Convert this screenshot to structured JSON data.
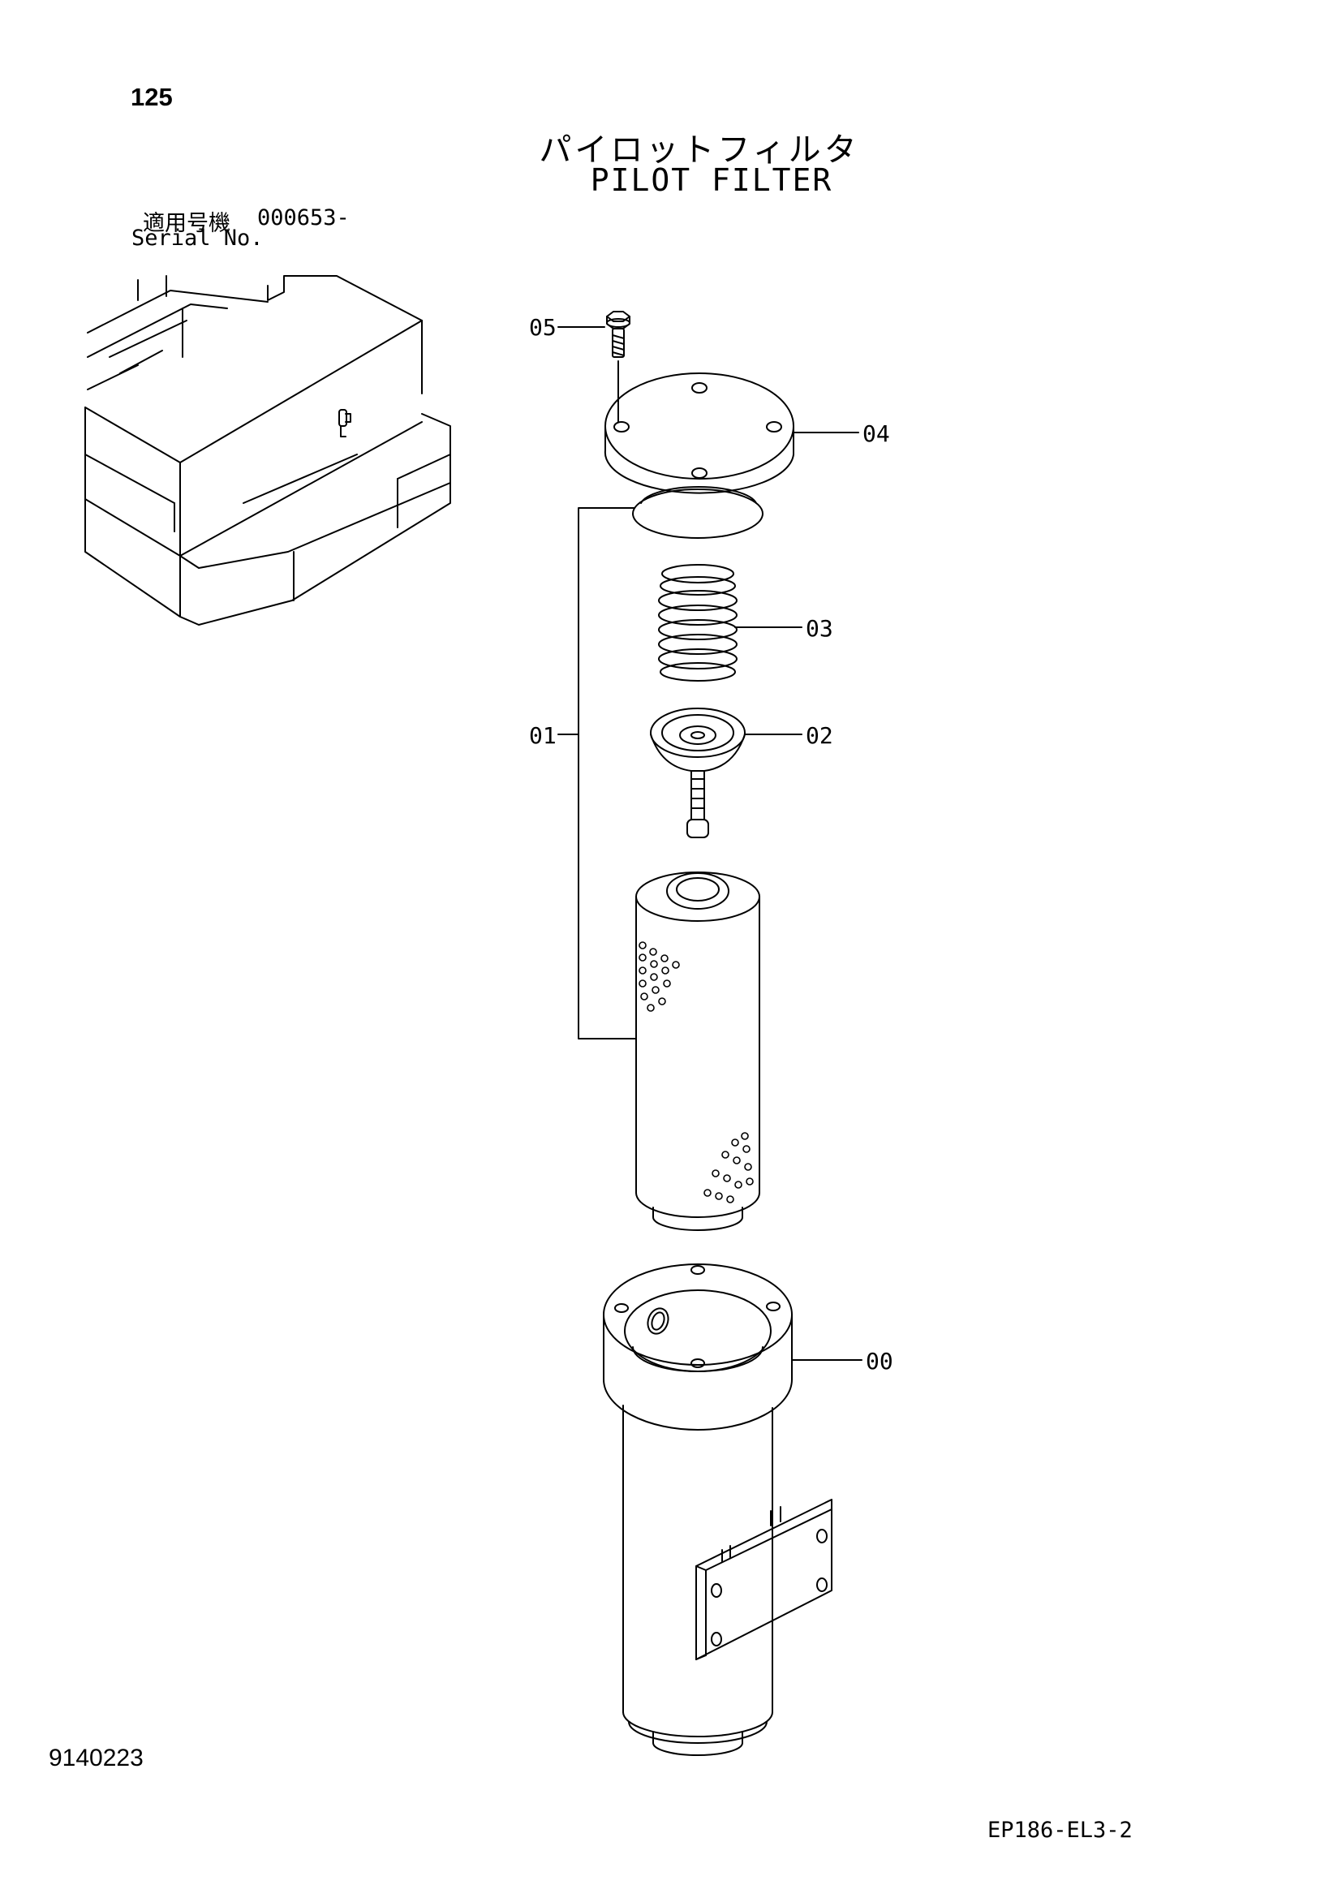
{
  "page_number": "125",
  "title": {
    "japanese": "パイロットフィルタ",
    "english": "PILOT FILTER"
  },
  "serial": {
    "label_ja": "適用号機",
    "range": "000653-",
    "label_en": "Serial No."
  },
  "callouts": {
    "p05": "05",
    "p04": "04",
    "p03": "03",
    "p02": "02",
    "p01": "01",
    "p00": "00"
  },
  "doc_code": "9140223",
  "sheet_code": "EP186-EL3-2",
  "colors": {
    "line": "#000000",
    "background": "#ffffff"
  }
}
